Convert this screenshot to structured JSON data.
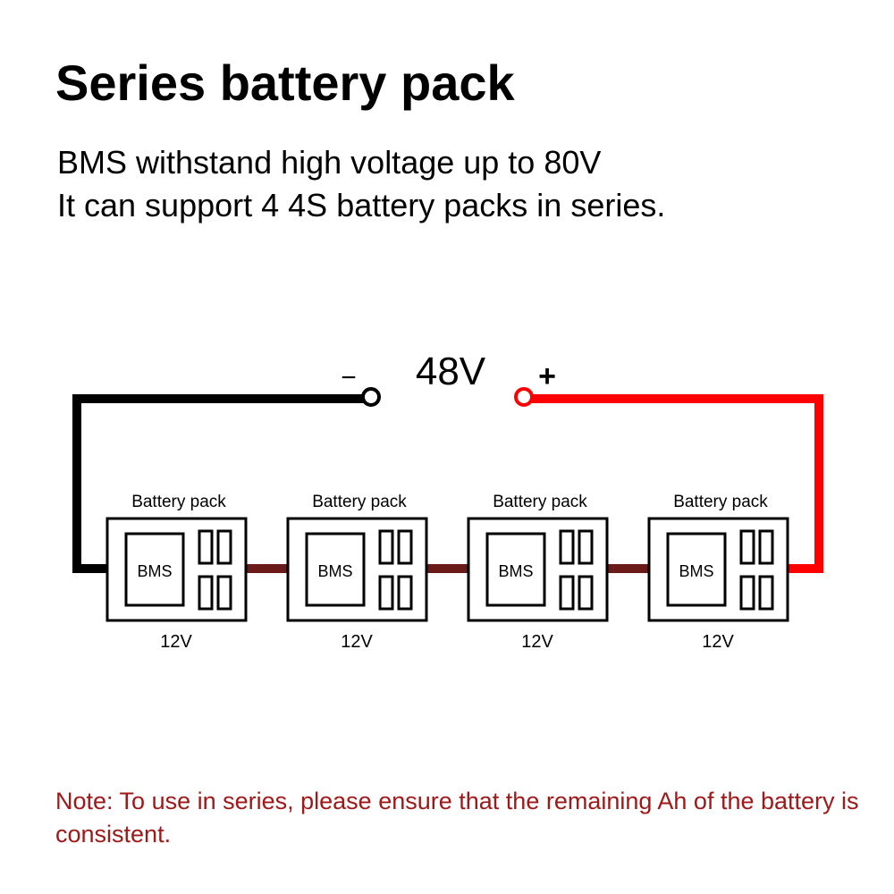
{
  "title": "Series battery pack",
  "subtitle_lines": [
    "BMS withstand high voltage up to 80V",
    "It can support 4 4S battery packs in series."
  ],
  "diagram": {
    "total_voltage": "48V",
    "negative_symbol": "−",
    "positive_symbol": "+",
    "packs": [
      {
        "label": "Battery pack",
        "bms": "BMS",
        "voltage": "12V"
      },
      {
        "label": "Battery pack",
        "bms": "BMS",
        "voltage": "12V"
      },
      {
        "label": "Battery pack",
        "bms": "BMS",
        "voltage": "12V"
      },
      {
        "label": "Battery pack",
        "bms": "BMS",
        "voltage": "12V"
      }
    ],
    "colors": {
      "negative_wire": "#000000",
      "positive_wire": "#ff0000",
      "link_wire": "#6b1a1a",
      "note": "#a01818"
    }
  },
  "note": "Note: To use in series, please ensure that the remaining Ah of the battery is consistent."
}
